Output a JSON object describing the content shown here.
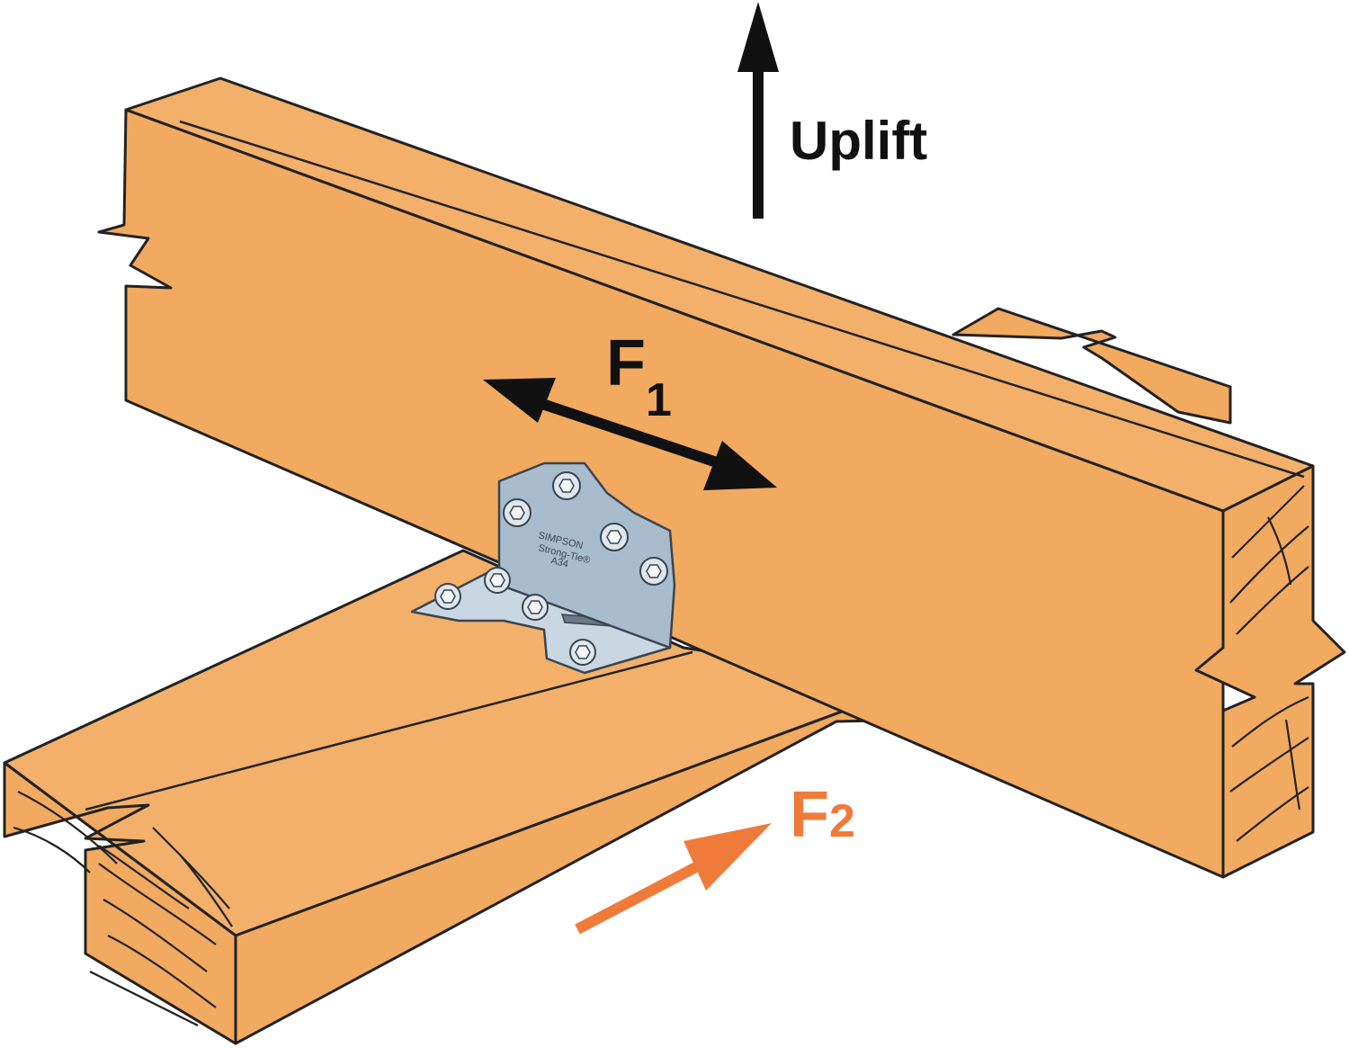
{
  "labels": {
    "uplift": "Uplift",
    "f1_letter": "F",
    "f1_sub": "1",
    "f2_letter": "F",
    "f2_sub": "2"
  },
  "connector_stamp": {
    "line1": "SIMPSON",
    "line2": "Strong-Tie®",
    "line3": "A34"
  },
  "colors": {
    "wood": "#f1aa60",
    "outline": "#222222",
    "plate": "#c9d7e3",
    "uplift_arrow": "#111111",
    "f1_arrow": "#111111",
    "f2_arrow": "#f07a3a"
  }
}
